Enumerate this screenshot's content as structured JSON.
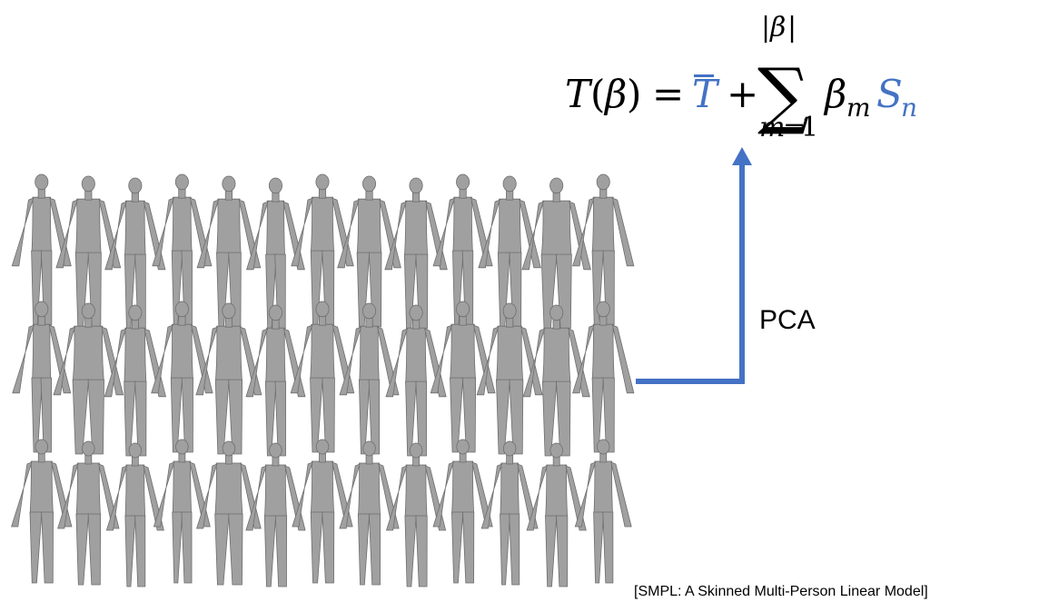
{
  "formula": {
    "lhs_T": "T",
    "lhs_open": "(",
    "lhs_beta": "β",
    "lhs_close": ")",
    "equals": "=",
    "mean_T": "T",
    "plus": "+",
    "sum_symbol": "∑",
    "upper_bar_left": "|",
    "upper_beta": "β",
    "upper_bar_right": "|",
    "lower_m": "m",
    "lower_eq": "=",
    "lower_one": "1",
    "coef_beta": "β",
    "coef_sub": "m",
    "basis_S": "S",
    "basis_sub": "n"
  },
  "arrow_label": "PCA",
  "citation": "[SMPL: A Skinned Multi-Person Linear Model]",
  "colors": {
    "accent": "#4472c4",
    "body_fill": "#a0a0a0",
    "body_edge": "#6e6e6e"
  },
  "icons": {
    "bodies": "human-body-scan-icon"
  },
  "bodies": {
    "rows": [
      {
        "widths": [
          0.85,
          1.1,
          0.9,
          0.85,
          1.05,
          0.8,
          1.0,
          1.05,
          1.0,
          0.85,
          1.0,
          1.3,
          0.95
        ]
      },
      {
        "widths": [
          0.8,
          1.35,
          0.95,
          0.95,
          1.15,
          0.85,
          1.05,
          0.85,
          0.9,
          1.1,
          1.15,
          1.2,
          0.95
        ]
      },
      {
        "widths": [
          1.05,
          1.1,
          0.9,
          0.85,
          1.25,
          1.0,
          1.05,
          1.0,
          1.0,
          1.0,
          0.85,
          1.0,
          0.85
        ]
      }
    ]
  }
}
